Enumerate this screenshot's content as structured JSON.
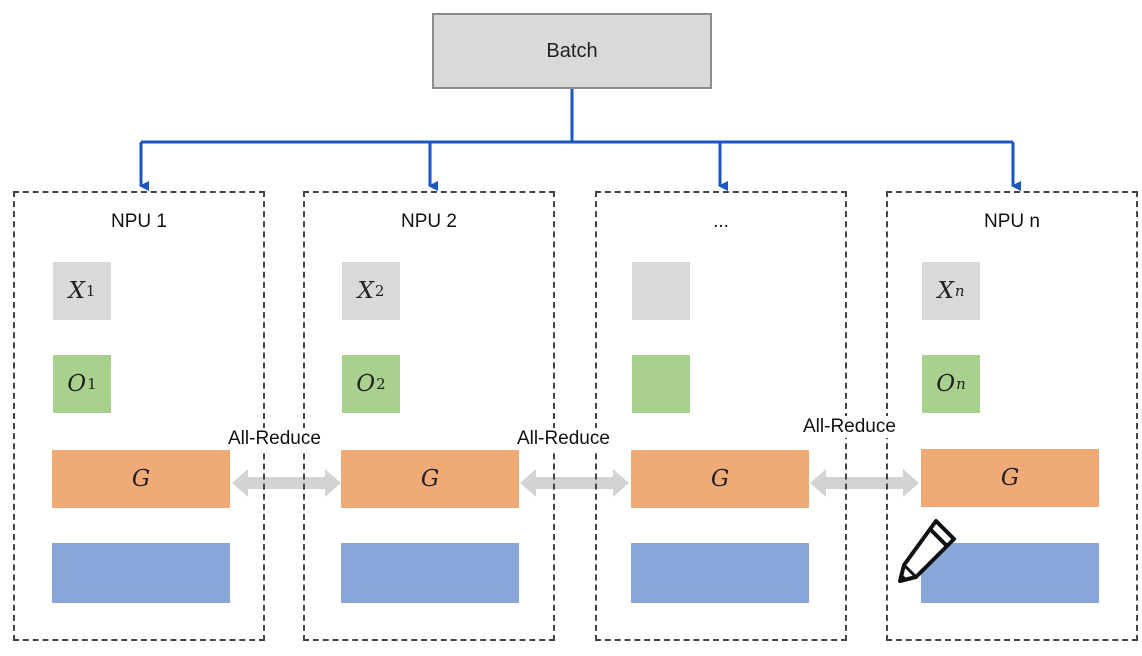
{
  "batch": {
    "label": "Batch"
  },
  "npus": [
    {
      "title": "NPU 1",
      "x": {
        "base": "X",
        "sub": "1"
      },
      "o": {
        "base": "O",
        "sub": "1"
      },
      "g": "G"
    },
    {
      "title": "NPU 2",
      "x": {
        "base": "X",
        "sub": "2"
      },
      "o": {
        "base": "O",
        "sub": "2"
      },
      "g": "G"
    },
    {
      "title": "...",
      "x": {
        "base": "",
        "sub": ""
      },
      "o": {
        "base": "",
        "sub": ""
      },
      "g": "G"
    },
    {
      "title": "NPU n",
      "x": {
        "base": "X",
        "sub": "n"
      },
      "o": {
        "base": "O",
        "sub": "n"
      },
      "g": "G"
    }
  ],
  "all_reduce": [
    "All-Reduce",
    "All-Reduce",
    "All-Reduce"
  ],
  "colors": {
    "input_block": "#d9d9d9",
    "output_block": "#a9d18e",
    "gradient_block": "#f0aa78",
    "weight_block": "#8aa6d8",
    "broadcast_arrows": "#1a56c4",
    "all_reduce_arrows": "#d3d3d3"
  },
  "icons": {
    "edit": "pencil-icon"
  }
}
